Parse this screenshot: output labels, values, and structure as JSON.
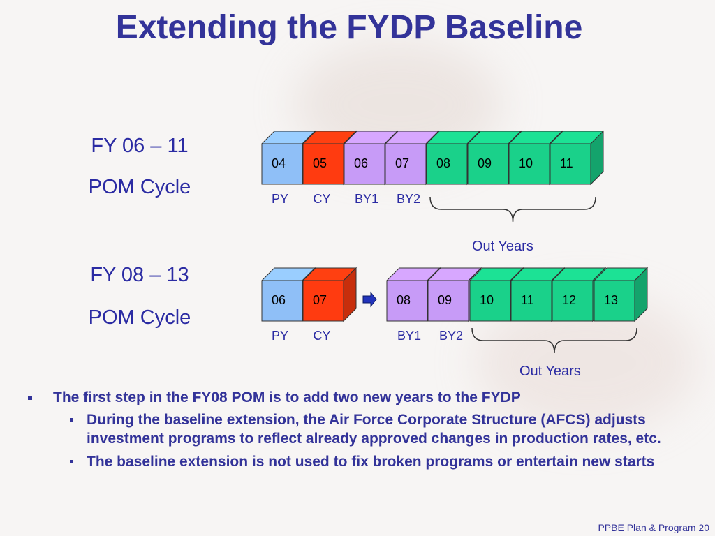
{
  "title": "Extending the FYDP Baseline",
  "cycles": [
    {
      "fy_label": "FY  06 – 11",
      "pom_label": "POM Cycle",
      "boxes": [
        {
          "year": "04",
          "kind": "py"
        },
        {
          "year": "05",
          "kind": "cy"
        },
        {
          "year": "06",
          "kind": "by"
        },
        {
          "year": "07",
          "kind": "by"
        },
        {
          "year": "08",
          "kind": "out"
        },
        {
          "year": "09",
          "kind": "out"
        },
        {
          "year": "10",
          "kind": "out"
        },
        {
          "year": "11",
          "kind": "out"
        }
      ],
      "tags": [
        "PY",
        "CY",
        "BY1",
        "BY2"
      ],
      "out_years_label": "Out Years"
    },
    {
      "fy_label": "FY  08 – 13",
      "pom_label": "POM Cycle",
      "boxes": [
        {
          "year": "06",
          "kind": "py"
        },
        {
          "year": "07",
          "kind": "cy"
        },
        {
          "year": "08",
          "kind": "by"
        },
        {
          "year": "09",
          "kind": "by"
        },
        {
          "year": "10",
          "kind": "out"
        },
        {
          "year": "11",
          "kind": "out"
        },
        {
          "year": "12",
          "kind": "out"
        },
        {
          "year": "13",
          "kind": "out"
        }
      ],
      "tags": [
        "PY",
        "CY",
        "BY1",
        "BY2"
      ],
      "out_years_label": "Out Years"
    }
  ],
  "colors": {
    "py": "#8fbff7",
    "cy": "#ff3b10",
    "by": "#c79bf7",
    "out": "#1ad18a",
    "text": "#333399",
    "arrow": "#2233bb"
  },
  "bullets": [
    {
      "text": "The first step in the FY08 POM is to add two new years to the FYDP",
      "sub": [
        "During the baseline extension, the Air Force Corporate Structure (AFCS) adjusts investment programs to reflect already approved changes in production rates, etc.",
        "The baseline extension is not used to fix broken programs or entertain new starts"
      ]
    }
  ],
  "footer": "PPBE Plan & Program 20"
}
